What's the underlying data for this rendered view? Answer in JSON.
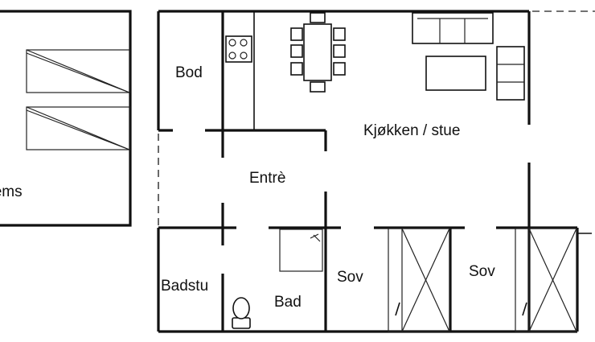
{
  "rooms": {
    "bod": "Bod",
    "kjokken_stue": "Kjøkken / stue",
    "entre": "Entrè",
    "hems": "Hems",
    "badstu": "Badstu",
    "bad": "Bad",
    "sov_1": "Sov",
    "sov_2": "Sov"
  }
}
